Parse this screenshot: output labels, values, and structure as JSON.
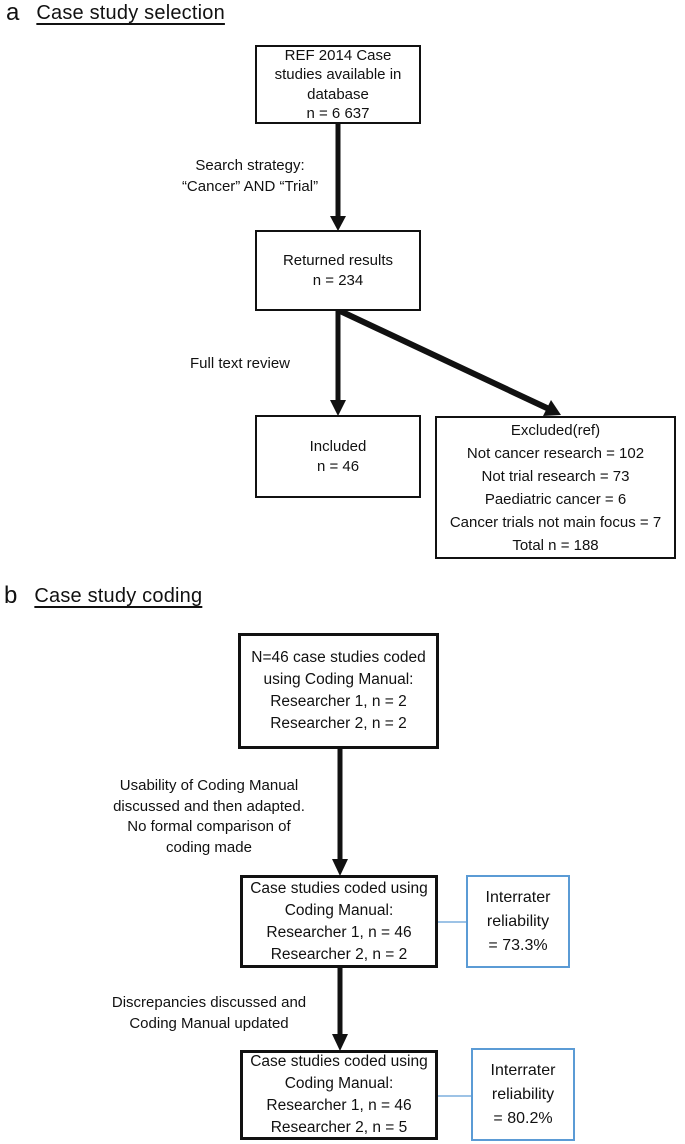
{
  "panel_a": {
    "letter": "a",
    "title": "Case study selection",
    "box_database": {
      "lines": [
        "REF 2014 Case",
        "studies available in",
        "database",
        "n = 6 637"
      ]
    },
    "label_search": {
      "lines": [
        "Search strategy:",
        "“Cancer” AND “Trial”"
      ]
    },
    "box_returned": {
      "lines": [
        "Returned results",
        "n = 234"
      ]
    },
    "label_review": {
      "lines": [
        "Full text review"
      ]
    },
    "box_included": {
      "lines": [
        "Included",
        "n = 46"
      ]
    },
    "box_excluded": {
      "lines": [
        "Excluded(ref)",
        "Not cancer research = 102",
        "Not trial research = 73",
        "Paediatric cancer = 6",
        "Cancer trials not main focus = 7",
        "Total n = 188"
      ]
    }
  },
  "panel_b": {
    "letter": "b",
    "title": "Case study coding",
    "box_initial": {
      "lines": [
        "N=46 case studies coded",
        "using Coding Manual:",
        "Researcher 1, n = 2",
        "Researcher 2, n = 2"
      ]
    },
    "label_usability": {
      "lines": [
        "Usability of Coding Manual",
        "discussed and then adapted.",
        "No formal comparison of",
        "coding made"
      ]
    },
    "box_round2": {
      "lines": [
        "Case studies coded using",
        "Coding Manual:",
        "Researcher 1, n = 46",
        "Researcher 2, n = 2"
      ]
    },
    "badge_interrater_1": {
      "lines": [
        "Interrater",
        "reliability",
        "= 73.3%"
      ]
    },
    "label_discrepancies": {
      "lines": [
        "Discrepancies discussed and",
        "Coding Manual updated"
      ]
    },
    "box_round3": {
      "lines": [
        "Case studies coded using",
        "Coding Manual:",
        "Researcher 1, n = 46",
        "Researcher 2, n = 5"
      ]
    },
    "badge_interrater_2": {
      "lines": [
        "Interrater",
        "reliability",
        "= 80.2%"
      ]
    }
  },
  "colors": {
    "flow_line": "#111111",
    "accent_blue": "#5b9bd5",
    "connector_blue": "#9dc3e6",
    "background": "#ffffff"
  }
}
